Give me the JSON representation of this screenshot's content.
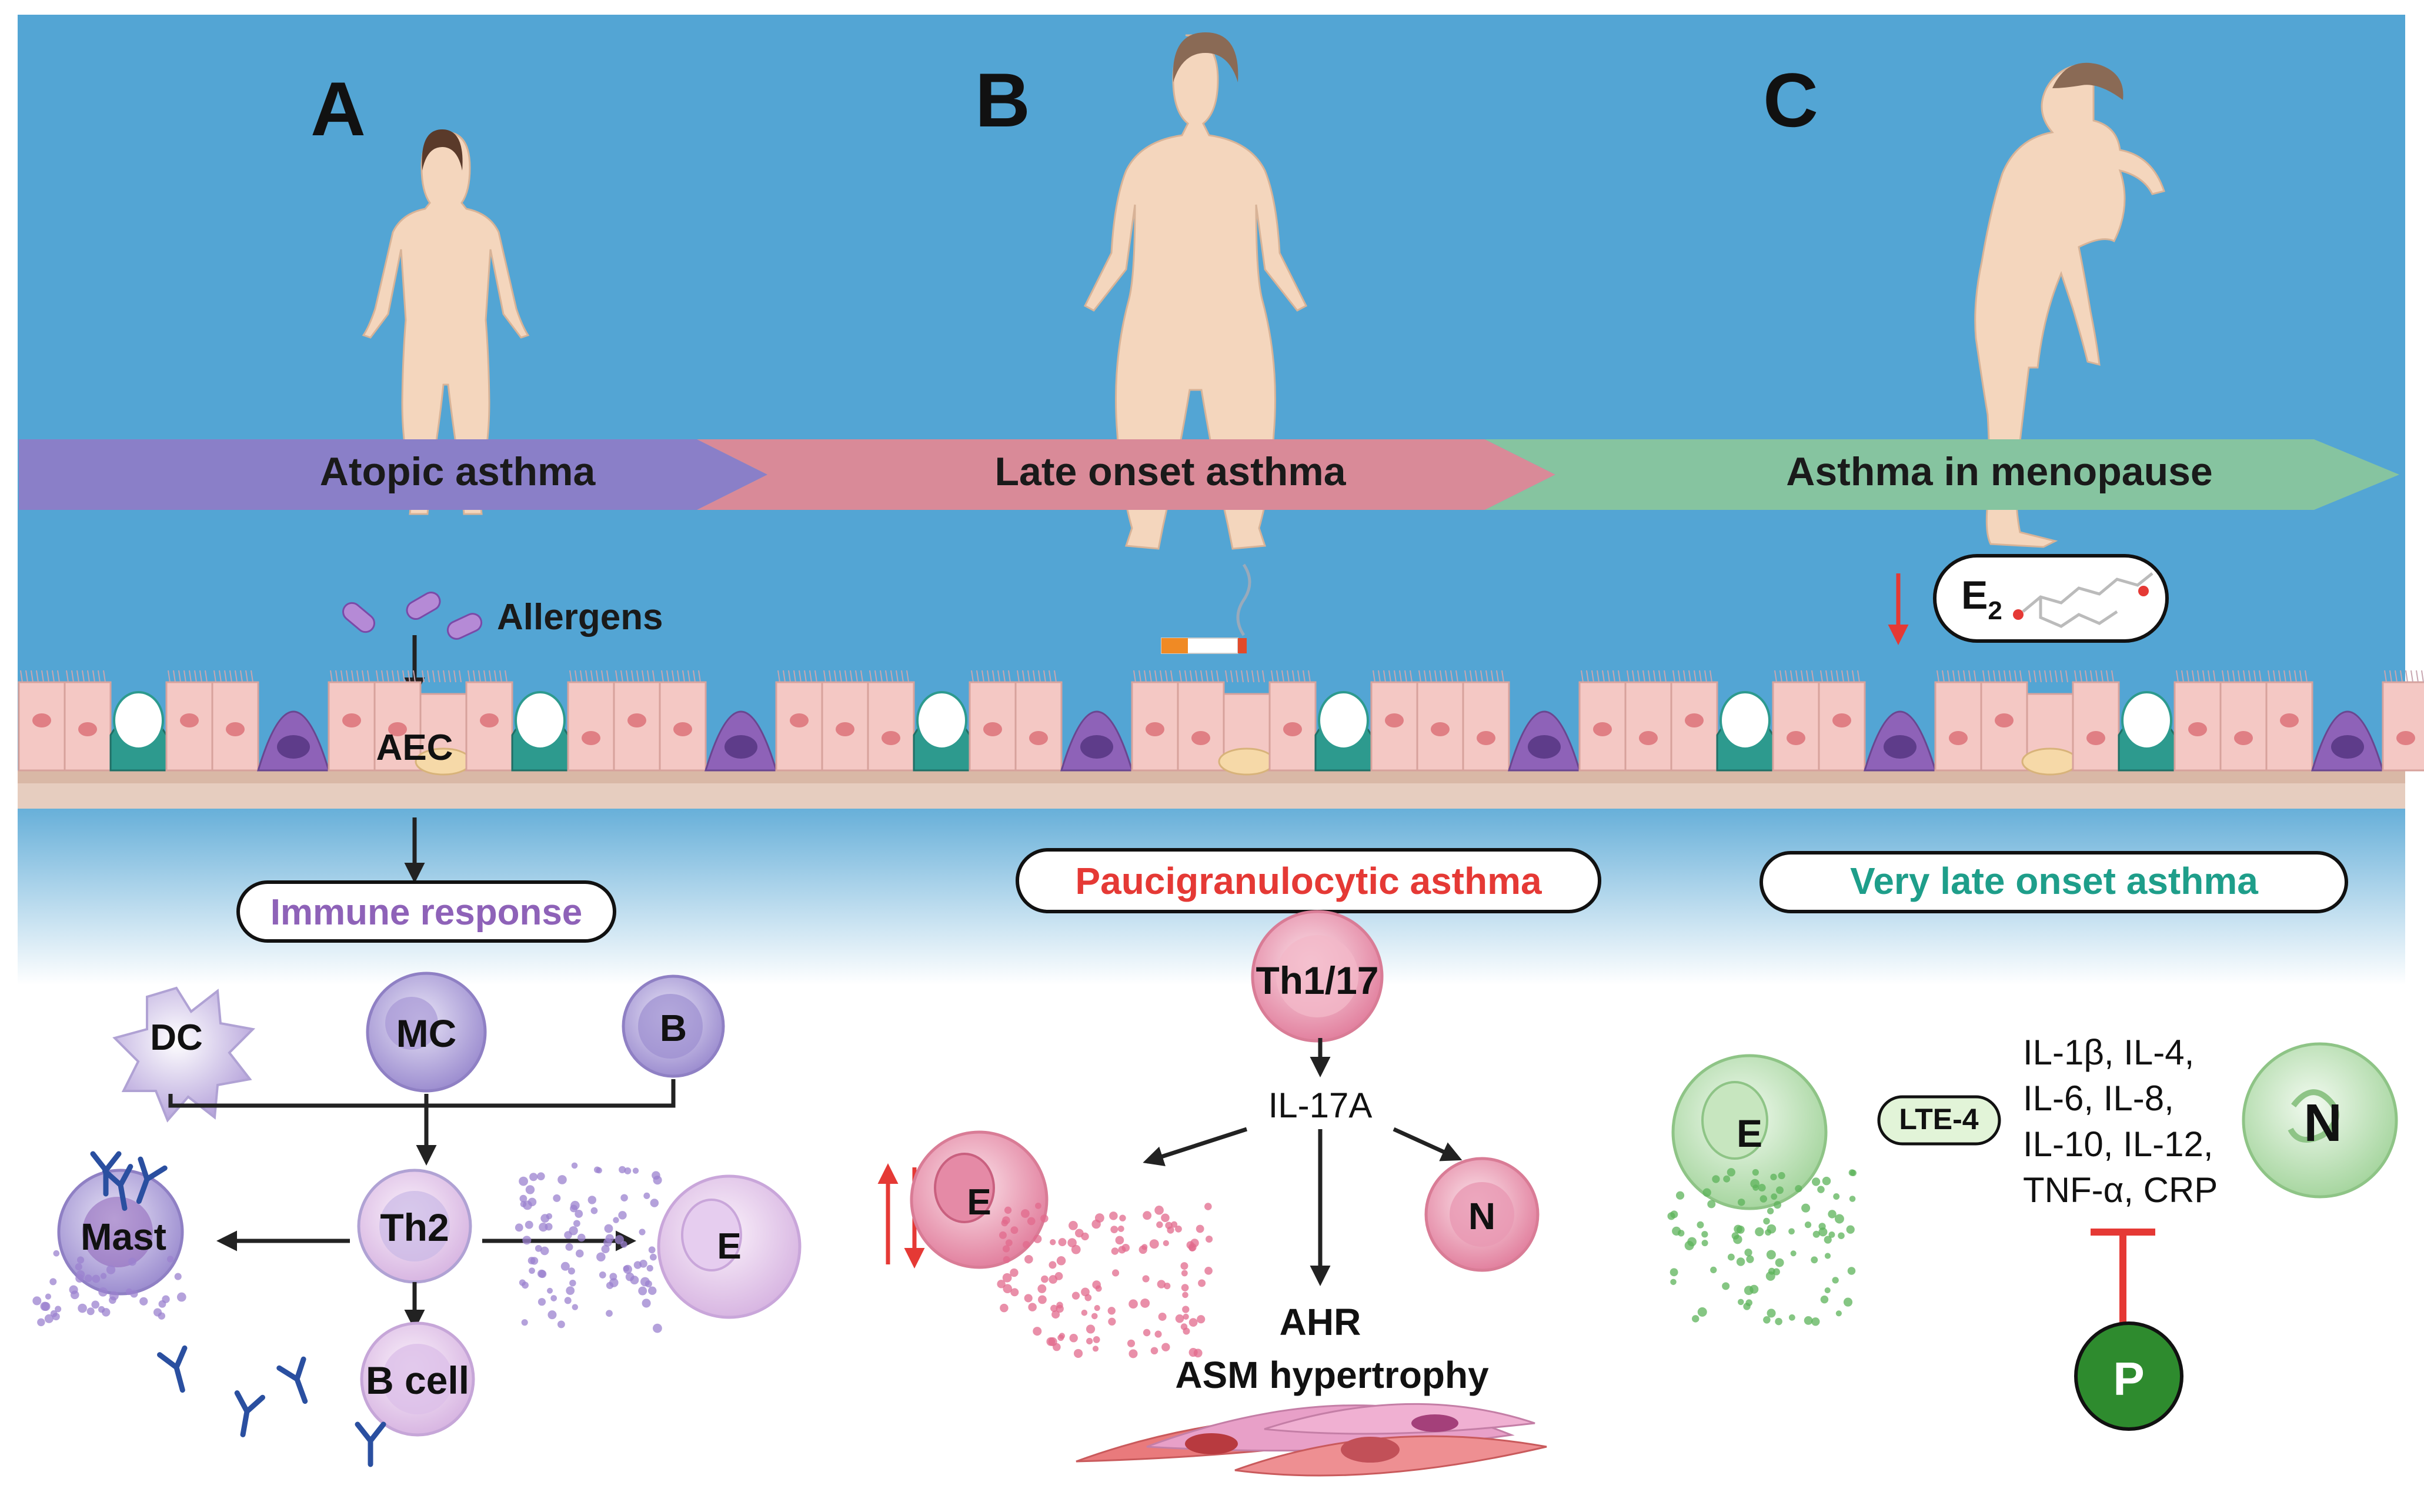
{
  "panels": {
    "a": {
      "letter": "A",
      "stage": "Atopic asthma"
    },
    "b": {
      "letter": "B",
      "stage": "Late onset asthma"
    },
    "c": {
      "letter": "C",
      "stage": "Asthma in menopause"
    }
  },
  "labels": {
    "allergens": "Allergens",
    "aec": "AEC",
    "immune_response": "Immune response",
    "dc": "DC",
    "mc": "MC",
    "b": "B",
    "th2": "Th2",
    "mast": "Mast",
    "b_cell": "B cell",
    "eosinophil": "E",
    "pauci": "Paucigranulocytic asthma",
    "th117": "Th1/17",
    "il17a": "IL-17A",
    "neutrophil": "N",
    "ahr": "AHR",
    "asm": "ASM hypertrophy",
    "e2": "E",
    "e2_sub": "2",
    "very_late": "Very late onset asthma",
    "lte4": "LTE-4",
    "cytokines": [
      "IL-1β, IL-4,",
      "IL-6, IL-8,",
      "IL-10, IL-12,",
      "TNF-α, CRP"
    ],
    "p": "P"
  },
  "colors": {
    "sky": "#53a5d4",
    "arrow_a": "#8a7fc8",
    "arrow_b": "#d98a98",
    "arrow_c": "#86c4a0",
    "epi_cell": "#f4c8c4",
    "goblet": "#2d9a8e",
    "purple_cell": "#8e62b8",
    "pink_cell": "#e06a92",
    "green_cell": "#a8d6a0",
    "red_text": "#e53935",
    "teal_text": "#1e9e8a",
    "purple_text": "#8e62b8",
    "p_green": "#2e8b2e"
  }
}
